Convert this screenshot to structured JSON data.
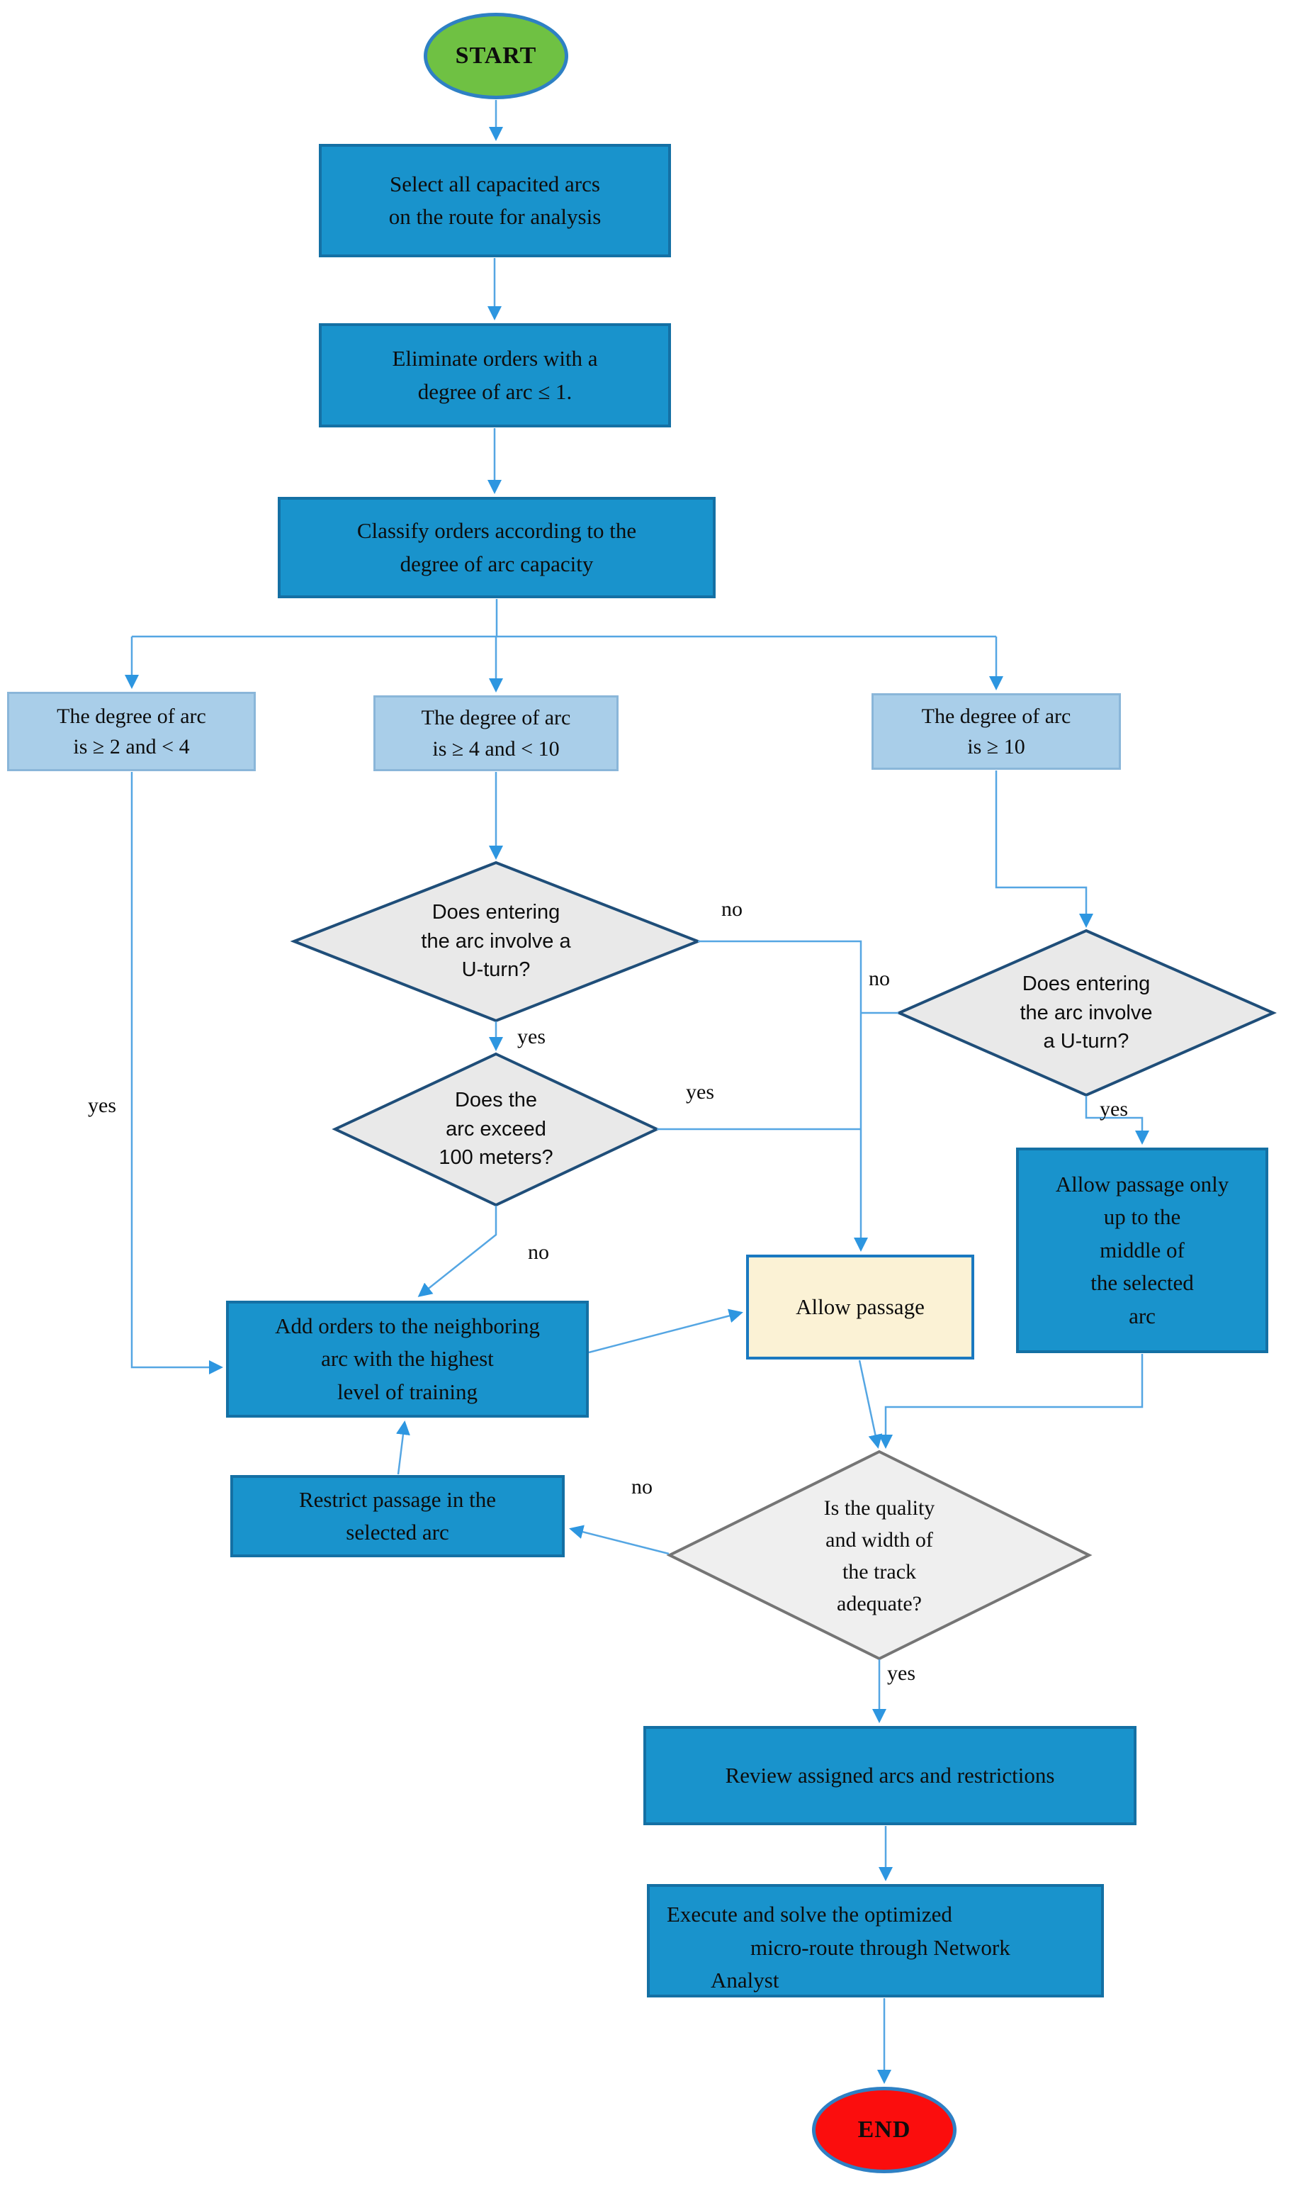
{
  "colors": {
    "process_fill": "#1993cc",
    "process_border": "#1470a4",
    "branch_fill": "#a9cee9",
    "branch_border": "#8ab6d9",
    "decision_fill": "#e9e9e9",
    "decision_border": "#1f4e79",
    "decision_gray_fill": "#efefef",
    "decision_gray_border": "#757575",
    "allow_fill": "#fbf2d5",
    "allow_border": "#1a79c0",
    "start_fill": "#6fc143",
    "end_fill": "#fb0d0d",
    "terminal_border": "#2e80c4",
    "wire": "#55a6e3",
    "arrowhead": "#2d96e0",
    "text": "#0d0d0d"
  },
  "nodes": {
    "start": {
      "label": "START"
    },
    "select_arcs": {
      "text": "Select all capacited arcs\non the route for analysis"
    },
    "eliminate_orders": {
      "text": "Eliminate orders with a\ndegree of arc ≤ 1."
    },
    "classify_orders": {
      "text": "Classify orders according to the\ndegree of arc capacity"
    },
    "degree_2_4": {
      "text": "The degree of arc\nis ≥ 2 and < 4"
    },
    "degree_4_10": {
      "text": "The degree of arc\nis ≥ 4 and < 10"
    },
    "degree_10": {
      "text": "The degree of arc\nis ≥ 10"
    },
    "uturn_mid": {
      "text": "Does entering\nthe arc involve a\nU-turn?"
    },
    "arc_100m": {
      "text": "Does the\narc exceed\n100 meters?"
    },
    "uturn_right": {
      "text": "Does entering\nthe arc involve\na U-turn?"
    },
    "allow_middle": {
      "text": "Allow passage only\nup to the\nmiddle of\nthe selected\narc"
    },
    "allow_passage": {
      "text": "Allow passage"
    },
    "add_orders": {
      "text": "Add orders to the neighboring\narc with the highest\nlevel of training"
    },
    "restrict_passage": {
      "text": "Restrict passage in the\nselected arc"
    },
    "quality_width": {
      "text": "Is the quality\nand width of\nthe track\nadequate?"
    },
    "review": {
      "text": "Review assigned arcs and restrictions"
    },
    "execute": {
      "text": "Execute and solve the optimized\nmicro-route through Network\nAnalyst"
    },
    "end": {
      "label": "END"
    }
  },
  "edge_labels": {
    "left_branch_yes": "yes",
    "uturn_mid_no": "no",
    "uturn_mid_yes": "yes",
    "arc_100m_yes": "yes",
    "arc_100m_no": "no",
    "uturn_right_no": "no",
    "uturn_right_yes": "yes",
    "quality_no": "no",
    "quality_yes": "yes"
  }
}
